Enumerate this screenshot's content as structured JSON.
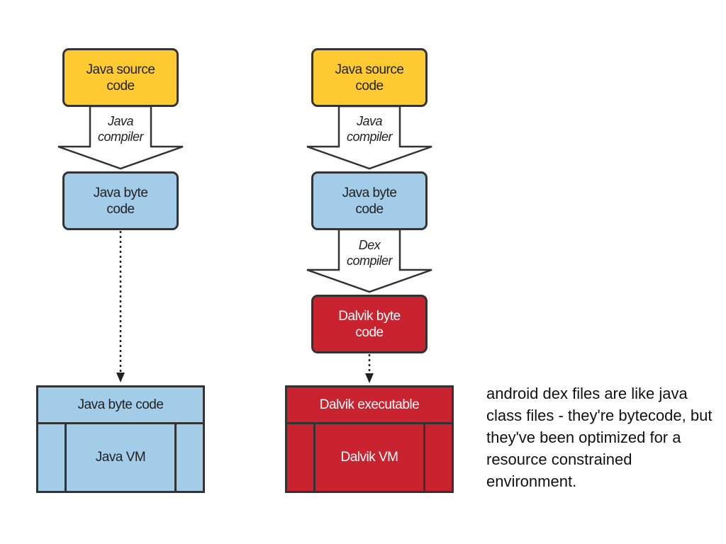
{
  "left_flow": {
    "source": "Java source\ncode",
    "compiler": "Java\ncompiler",
    "bytecode": "Java byte\ncode",
    "vm_header": "Java byte code",
    "vm_body": "Java VM"
  },
  "right_flow": {
    "source": "Java source\ncode",
    "compiler": "Java\ncompiler",
    "bytecode": "Java byte\ncode",
    "dex_compiler": "Dex\ncompiler",
    "dalvik_bytecode": "Dalvik byte\ncode",
    "vm_header": "Dalvik executable",
    "vm_body": "Dalvik VM"
  },
  "caption": "android dex files are like java class files - they're bytecode, but they've been optimized for a resource constrained environment.",
  "colors": {
    "source": "#fdcb31",
    "bytecode": "#a3cce8",
    "dalvik": "#c8232e"
  }
}
